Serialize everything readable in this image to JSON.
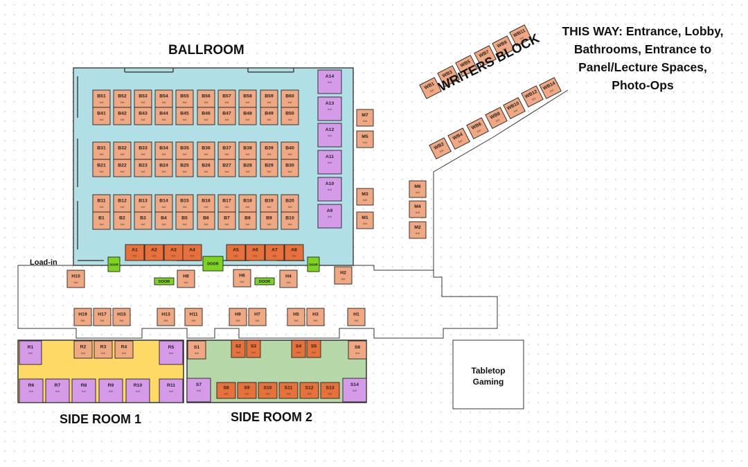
{
  "labels": {
    "ballroom": "BALLROOM",
    "writers_block": "WRITERS BLOCK",
    "this_way": [
      "THIS WAY: Entrance, Lobby,",
      "Bathrooms, Entrance to",
      "Panel/Lecture Spaces,",
      "Photo-Ops"
    ],
    "load_in": "Load-in",
    "side_room_1": "SIDE ROOM 1",
    "side_room_2": "SIDE ROOM 2",
    "tabletop": [
      "Tabletop",
      "Gaming"
    ],
    "door": "DOOR"
  },
  "booth_sublabel": "8x8",
  "colors": {
    "ballroom_bg": "#b0e0e6",
    "salmon": "#f0a882",
    "orange": "#e8703a",
    "purple": "#d69be8",
    "door_green": "#7ed321",
    "side_room_1_bg": "#ffd966",
    "side_room_2_bg": "#b6d7a8",
    "outline": "#222222"
  },
  "booths": {
    "B": [
      "B51",
      "B52",
      "B53",
      "B54",
      "B55",
      "B56",
      "B57",
      "B58",
      "B59",
      "B60",
      "B41",
      "B42",
      "B43",
      "B44",
      "B45",
      "B46",
      "B47",
      "B48",
      "B49",
      "B50",
      "B31",
      "B32",
      "B33",
      "B34",
      "B35",
      "B36",
      "B37",
      "B38",
      "B39",
      "B40",
      "B21",
      "B22",
      "B23",
      "B24",
      "B25",
      "B26",
      "B27",
      "B28",
      "B29",
      "B30",
      "B11",
      "B12",
      "B13",
      "B14",
      "B15",
      "B16",
      "B17",
      "B18",
      "B19",
      "B20",
      "B1",
      "B2",
      "B3",
      "B4",
      "B5",
      "B6",
      "B7",
      "B8",
      "B9",
      "B10"
    ],
    "A_wall": [
      "A14",
      "A13",
      "A12",
      "A11",
      "A10",
      "A9"
    ],
    "A_bottom": [
      "A1",
      "A2",
      "A3",
      "A4",
      "A5",
      "A6",
      "A7",
      "A8"
    ],
    "M": [
      "M7",
      "M5",
      "M3",
      "M1",
      "M6",
      "M4",
      "M2"
    ],
    "H_row1": [
      "H10",
      "H8",
      "H6",
      "H4",
      "H2"
    ],
    "H_row2": [
      "H19",
      "H17",
      "H15",
      "H13",
      "H11",
      "H9",
      "H7",
      "H5",
      "H3",
      "H1"
    ],
    "R": [
      "R1",
      "R2",
      "R3",
      "R4",
      "R5",
      "R6",
      "R7",
      "R8",
      "R9",
      "R10",
      "R11"
    ],
    "S": [
      "S1",
      "S2",
      "S3",
      "S4",
      "S5",
      "S6",
      "S7",
      "S8",
      "S9",
      "S10",
      "S11",
      "S12",
      "S13",
      "S14"
    ],
    "WB": [
      "WB1",
      "WB3",
      "WB5",
      "WB7",
      "WB9",
      "WB11",
      "WB2",
      "WB4",
      "WB6",
      "WB8",
      "WB10",
      "WB12",
      "WB14"
    ]
  }
}
